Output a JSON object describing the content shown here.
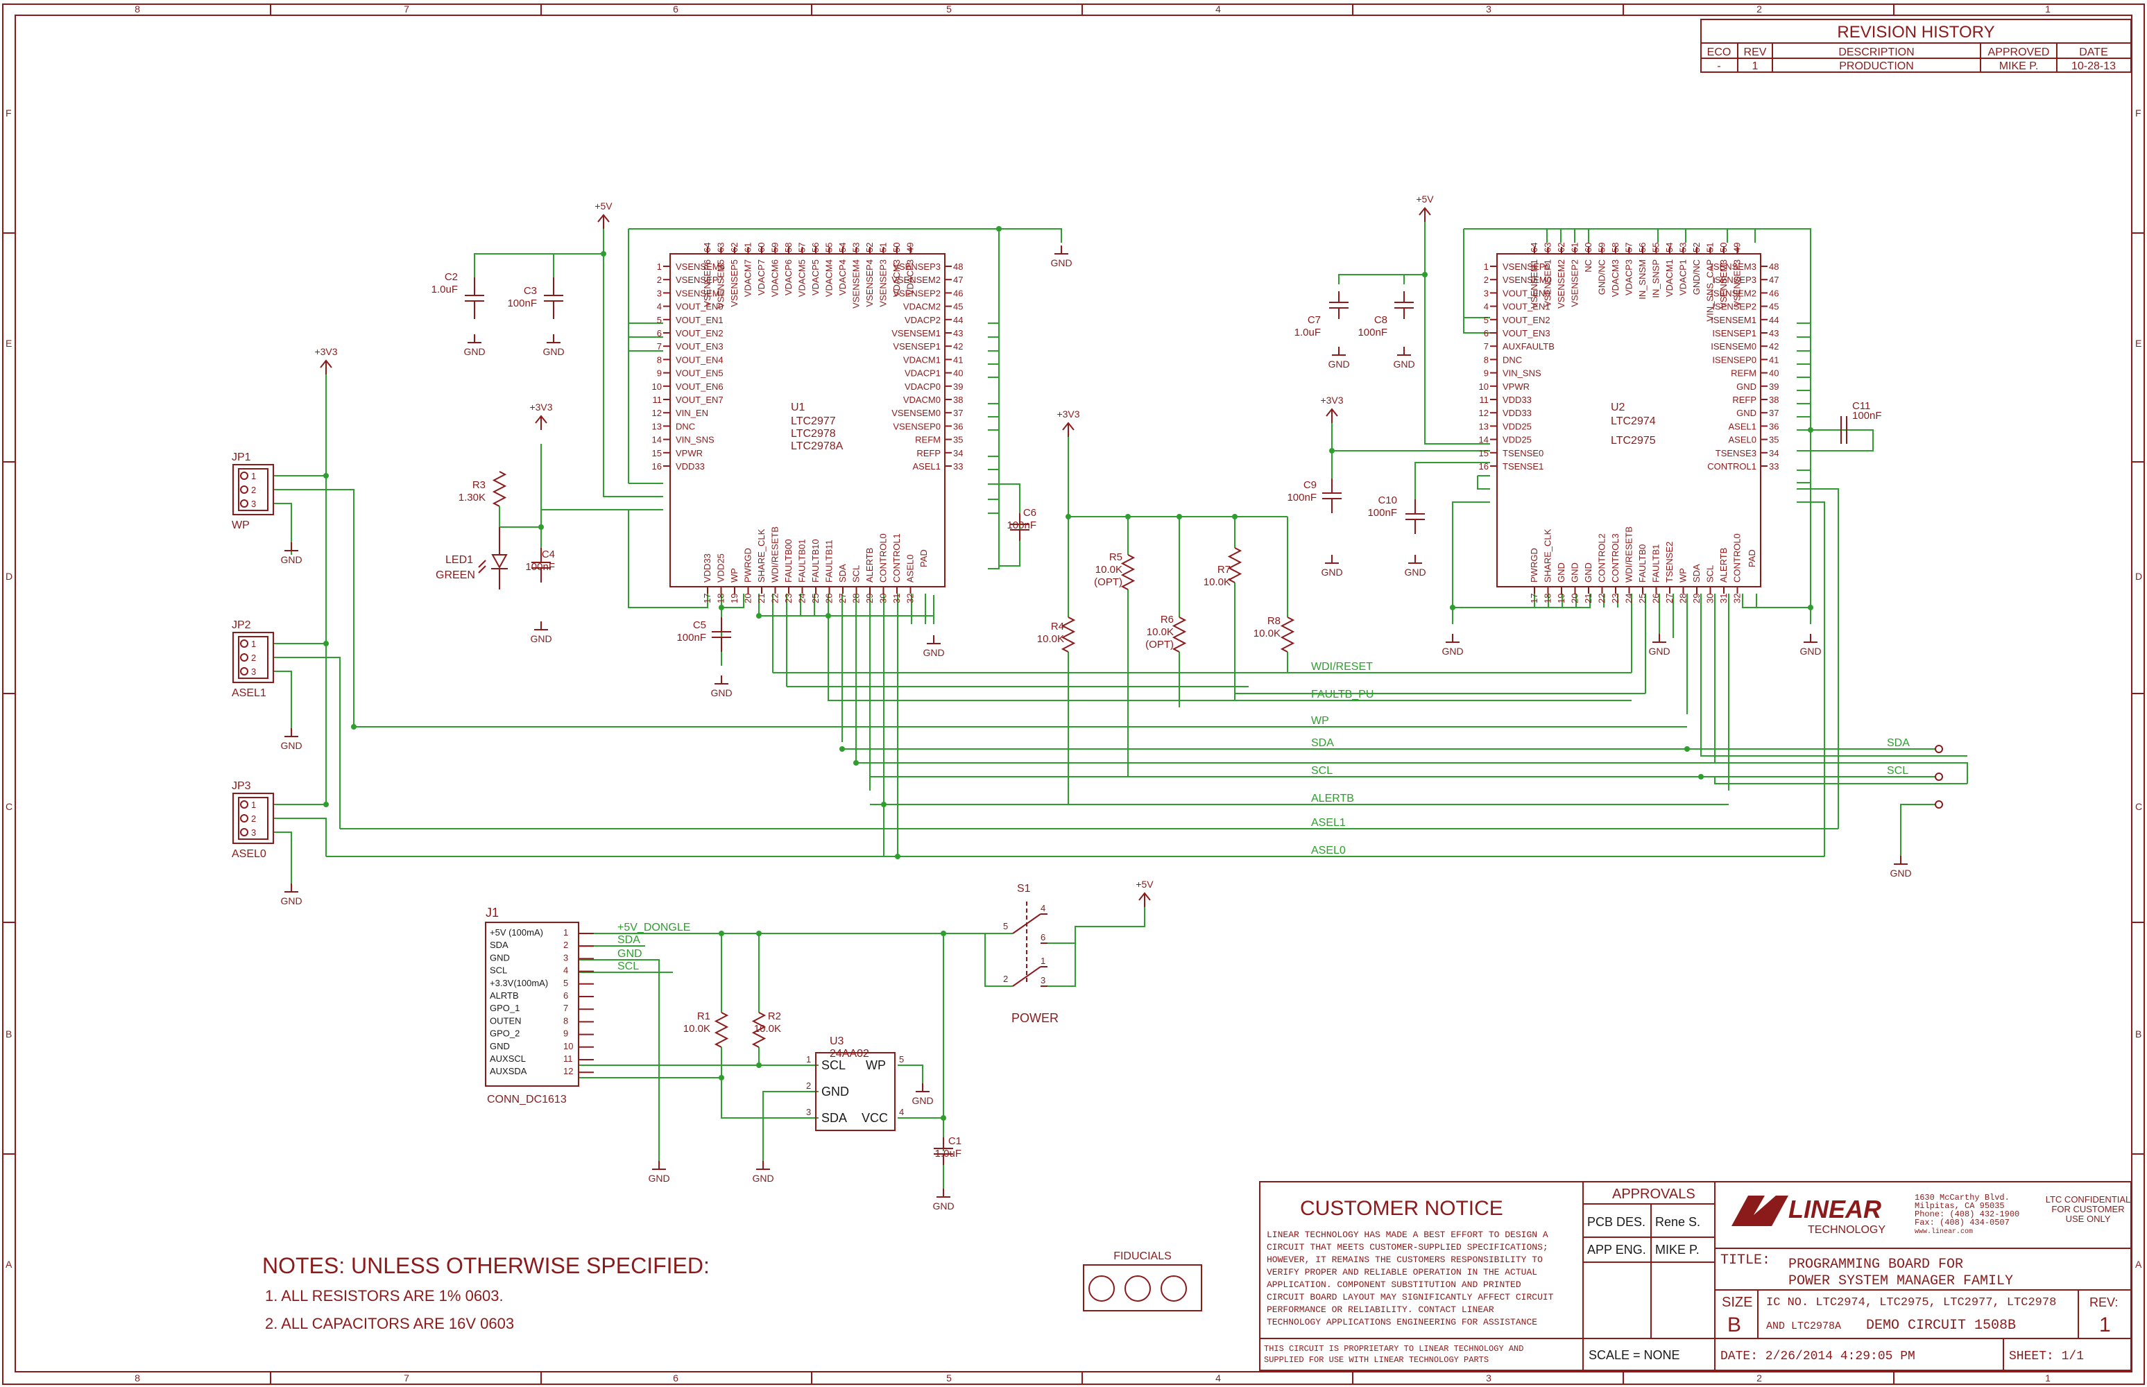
{
  "frame": {
    "cols_top": [
      "8",
      "7",
      "6",
      "5",
      "4",
      "3",
      "2",
      "1"
    ],
    "rows": [
      "F",
      "E",
      "D",
      "C",
      "B",
      "A"
    ]
  },
  "revision": {
    "title": "REVISION HISTORY",
    "headers": [
      "ECO",
      "REV",
      "DESCRIPTION",
      "APPROVED",
      "DATE"
    ],
    "row": [
      "-",
      "1",
      "PRODUCTION",
      "MIKE P.",
      "10-28-13"
    ]
  },
  "power": {
    "p5v": "+5V",
    "p3v3": "+3V3",
    "gnd": "GND"
  },
  "u1": {
    "ref": "U1",
    "parts": [
      "LTC2977",
      "LTC2978",
      "LTC2978A"
    ],
    "top_nums": [
      "64",
      "63",
      "62",
      "61",
      "60",
      "59",
      "58",
      "57",
      "56",
      "55",
      "54",
      "53",
      "52",
      "51",
      "50",
      "49"
    ],
    "top_names": [
      "VSENSEP6",
      "VSENSEM5",
      "VSENSEP5",
      "VDACM7",
      "VDACP7",
      "VDACM6",
      "VDACP6",
      "VDACM5",
      "VDACP5",
      "VDACM4",
      "VDACP4",
      "VSENSEM4",
      "VSENSEP4",
      "VSENSEP3",
      "VDACM3",
      "VDACP3"
    ],
    "left_nums": [
      "1",
      "2",
      "3",
      "4",
      "5",
      "6",
      "7",
      "8",
      "9",
      "10",
      "11",
      "12",
      "13",
      "14",
      "15",
      "16"
    ],
    "left_names": [
      "VSENSEM6",
      "VSENSEP7",
      "VSENSEM7",
      "VOUT_EN0",
      "VOUT_EN1",
      "VOUT_EN2",
      "VOUT_EN3",
      "VOUT_EN4",
      "VOUT_EN5",
      "VOUT_EN6",
      "VOUT_EN7",
      "VIN_EN",
      "DNC",
      "VIN_SNS",
      "VPWR",
      "VDD33"
    ],
    "right_nums": [
      "48",
      "47",
      "46",
      "45",
      "44",
      "43",
      "42",
      "41",
      "40",
      "39",
      "38",
      "37",
      "36",
      "35",
      "34",
      "33"
    ],
    "right_names": [
      "VSENSEP3",
      "VSENSEM2",
      "VSENSEP2",
      "VDACM2",
      "VDACP2",
      "VSENSEM1",
      "VSENSEP1",
      "VDACM1",
      "VDACP1",
      "VDACP0",
      "VDACM0",
      "VSENSEM0",
      "VSENSEP0",
      "REFM",
      "REFP",
      "ASEL1"
    ],
    "bot_nums": [
      "17",
      "18",
      "19",
      "20",
      "21",
      "22",
      "23",
      "24",
      "25",
      "26",
      "27",
      "28",
      "29",
      "30",
      "31",
      "32"
    ],
    "bot_names": [
      "VDD33",
      "VDD25",
      "WP",
      "PWRGD",
      "SHARE_CLK",
      "WDI/RESETB",
      "FAULTB00",
      "FAULTB01",
      "FAULTB10",
      "FAULTB11",
      "SDA",
      "SCL",
      "ALERTB",
      "CONTROL0",
      "CONTROL1",
      "ASEL0"
    ],
    "pad": "PAD"
  },
  "u2": {
    "ref": "U2",
    "parts": [
      "LTC2974",
      "LTC2975"
    ],
    "top_nums": [
      "64",
      "63",
      "62",
      "61",
      "60",
      "59",
      "58",
      "57",
      "56",
      "55",
      "54",
      "53",
      "52",
      "51",
      "50",
      "49"
    ],
    "top_names": [
      "VSENSEM1",
      "VSENSEP1",
      "VSENSEM2",
      "VSENSEP2",
      "NC",
      "GND/NC",
      "VDACM3",
      "VDACP3",
      "IN_SNSM",
      "IN_SNSP",
      "VDACM1",
      "VDACP1",
      "GND/NC",
      "VIN_SNS_CAP",
      "VSENSEM3",
      "VSENSEP3"
    ],
    "left_nums": [
      "1",
      "2",
      "3",
      "4",
      "5",
      "6",
      "7",
      "8",
      "9",
      "10",
      "11",
      "12",
      "13",
      "14",
      "15",
      "16"
    ],
    "left_names": [
      "VSENSEP0",
      "VSENSEM0",
      "VOUT_EN0",
      "VOUT_EN1",
      "VOUT_EN2",
      "VOUT_EN3",
      "AUXFAULTB",
      "DNC",
      "VIN_SNS",
      "VPWR",
      "VDD33",
      "VDD33",
      "VDD25",
      "VDD25",
      "TSENSE0",
      "TSENSE1"
    ],
    "right_nums": [
      "48",
      "47",
      "46",
      "45",
      "44",
      "43",
      "42",
      "41",
      "40",
      "39",
      "38",
      "37",
      "36",
      "35",
      "34",
      "33"
    ],
    "right_names": [
      "ISENSEM3",
      "ISENSEP3",
      "ISENSEM2",
      "ISENSEP2",
      "ISENSEM1",
      "ISENSEP1",
      "ISENSEM0",
      "ISENSEP0",
      "REFM",
      "GND",
      "REFP",
      "GND",
      "ASEL1",
      "ASEL0",
      "TSENSE3",
      "CONTROL1"
    ],
    "bot_nums": [
      "17",
      "18",
      "19",
      "20",
      "21",
      "22",
      "23",
      "24",
      "25",
      "26",
      "27",
      "28",
      "29",
      "30",
      "31",
      "32"
    ],
    "bot_names": [
      "PWRGD",
      "SHARE_CLK",
      "GND",
      "GND",
      "GND",
      "CONTROL2",
      "CONTROL3",
      "WDI/RESETB",
      "FAULTB0",
      "FAULTB1",
      "TSENSE2",
      "WP",
      "SDA",
      "SCL",
      "ALERTB",
      "CONTROL0"
    ],
    "pad": "PAD"
  },
  "passives": {
    "C1": [
      "C1",
      "1.0uF"
    ],
    "C2": [
      "C2",
      "1.0uF"
    ],
    "C3": [
      "C3",
      "100nF"
    ],
    "C4": [
      "C4",
      "100nF"
    ],
    "C5": [
      "C5",
      "100nF"
    ],
    "C6": [
      "C6",
      "100nF"
    ],
    "C7": [
      "C7",
      "1.0uF"
    ],
    "C8": [
      "C8",
      "100nF"
    ],
    "C9": [
      "C9",
      "100nF"
    ],
    "C10": [
      "C10",
      "100nF"
    ],
    "C11": [
      "C11",
      "100nF"
    ],
    "R1": [
      "R1",
      "10.0K"
    ],
    "R2": [
      "R2",
      "10.0K"
    ],
    "R3": [
      "R3",
      "1.30K"
    ],
    "R4": [
      "R4",
      "10.0K"
    ],
    "R5": [
      "R5",
      "10.0K",
      "(OPT)"
    ],
    "R6": [
      "R6",
      "10.0K",
      "(OPT)"
    ],
    "R7": [
      "R7",
      "10.0K"
    ],
    "R8": [
      "R8",
      "10.0K"
    ],
    "LED1": [
      "LED1",
      "GREEN"
    ]
  },
  "jumpers": {
    "jp1": [
      "JP1",
      "WP"
    ],
    "jp2": [
      "JP2",
      "ASEL1"
    ],
    "jp3": [
      "JP3",
      "ASEL0"
    ]
  },
  "bus": [
    "WDI/RESET",
    "FAULTB_PU",
    "WP",
    "SDA",
    "SCL",
    "ALERTB",
    "ASEL1",
    "ASEL0"
  ],
  "bus_right": [
    "SDA",
    "SCL"
  ],
  "j1": {
    "ref": "J1",
    "name": "CONN_DC1613",
    "pins": [
      "+5V (100mA)",
      "SDA",
      "GND",
      "SCL",
      "+3.3V(100mA)",
      "ALRTB",
      "GPO_1",
      "OUTEN",
      "GPO_2",
      "GND",
      "AUXSCL",
      "AUXSDA"
    ],
    "nums": [
      "1",
      "2",
      "3",
      "4",
      "5",
      "6",
      "7",
      "8",
      "9",
      "10",
      "11",
      "12"
    ],
    "nets": [
      "+5V_DONGLE",
      "SDA",
      "GND",
      "SCL"
    ]
  },
  "u3": {
    "ref": "U3",
    "part": "24AA02",
    "pins": [
      "SCL",
      "GND",
      "SDA",
      "WP",
      "VCC"
    ],
    "nums": [
      "1",
      "2",
      "3",
      "5",
      "4"
    ]
  },
  "s1": {
    "ref": "S1",
    "label": "POWER",
    "nums": [
      "5",
      "4",
      "6",
      "2",
      "1",
      "3"
    ]
  },
  "notes": {
    "title": "NOTES: UNLESS OTHERWISE SPECIFIED:",
    "items": [
      "1. ALL RESISTORS ARE 1% 0603.",
      "2. ALL CAPACITORS ARE 16V 0603"
    ]
  },
  "fiducials": "FIDUCIALS",
  "customer_notice": {
    "title": "CUSTOMER NOTICE",
    "lines": [
      "LINEAR TECHNOLOGY HAS MADE A BEST EFFORT TO DESIGN A",
      "CIRCUIT THAT MEETS CUSTOMER-SUPPLIED SPECIFICATIONS;",
      "HOWEVER, IT REMAINS THE CUSTOMERS RESPONSIBILITY TO",
      "VERIFY PROPER AND RELIABLE OPERATION IN THE ACTUAL",
      "APPLICATION. COMPONENT SUBSTITUTION AND PRINTED",
      "CIRCUIT BOARD LAYOUT MAY SIGNIFICANTLY AFFECT CIRCUIT",
      "PERFORMANCE OR RELIABILITY.  CONTACT LINEAR",
      "TECHNOLOGY APPLICATIONS ENGINEERING FOR ASSISTANCE"
    ],
    "prop": [
      "THIS CIRCUIT IS PROPRIETARY TO LINEAR TECHNOLOGY AND",
      "SUPPLIED FOR USE WITH LINEAR TECHNOLOGY PARTS"
    ]
  },
  "approvals": {
    "title": "APPROVALS",
    "rows": [
      [
        "PCB DES.",
        "Rene S."
      ],
      [
        "APP ENG.",
        "MIKE P."
      ]
    ],
    "scale": "SCALE = NONE"
  },
  "company": {
    "name1": "LINEAR",
    "name2": "TECHNOLOGY",
    "addr": [
      "1630 McCarthy Blvd.",
      "Milpitas, CA 95035",
      "Phone: (408) 432-1900",
      "Fax: (408) 434-0507",
      "www.linear.com"
    ],
    "conf": [
      "LTC CONFIDENTIAL",
      "FOR CUSTOMER",
      "USE ONLY"
    ]
  },
  "titleblock": {
    "title_label": "TITLE:",
    "title_lines": [
      "PROGRAMMING BOARD FOR",
      "POWER SYSTEM MANAGER FAMILY"
    ],
    "size_label": "SIZE",
    "size": "B",
    "ic_line": "IC NO. LTC2974, LTC2975, LTC2977, LTC2978",
    "ic_line2": "AND LTC2978A",
    "demo": "DEMO CIRCUIT 1508B",
    "rev_label": "REV:",
    "rev": "1",
    "date": "DATE: 2/26/2014 4:29:05 PM",
    "sheet": "SHEET:   1/1"
  }
}
